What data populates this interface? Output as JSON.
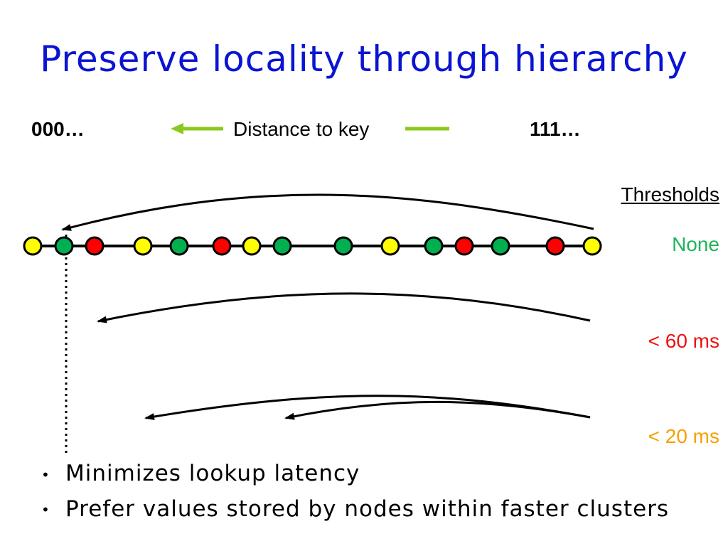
{
  "title": "Preserve locality through hierarchy",
  "axis": {
    "left_label": "000…",
    "center_label": "Distance to key",
    "right_label": "111…",
    "arrow_color": "#8cc81e"
  },
  "thresholds": {
    "heading": "Thresholds",
    "levels": [
      {
        "label": "None",
        "color": "#1eb45a"
      },
      {
        "label": "< 60 ms",
        "color": "#ee1111"
      },
      {
        "label": "< 20 ms",
        "color": "#f5a000"
      }
    ]
  },
  "node_colors": {
    "yellow": "#ffff00",
    "green": "#00b050",
    "red": "#ff0000"
  },
  "nodes": [
    "yellow",
    "green",
    "red",
    "yellow",
    "green",
    "red",
    "yellow",
    "green",
    "green",
    "yellow",
    "green",
    "red",
    "green",
    "red",
    "yellow"
  ],
  "bullets": [
    "Minimizes lookup latency",
    "Prefer values stored by nodes within faster clusters"
  ]
}
